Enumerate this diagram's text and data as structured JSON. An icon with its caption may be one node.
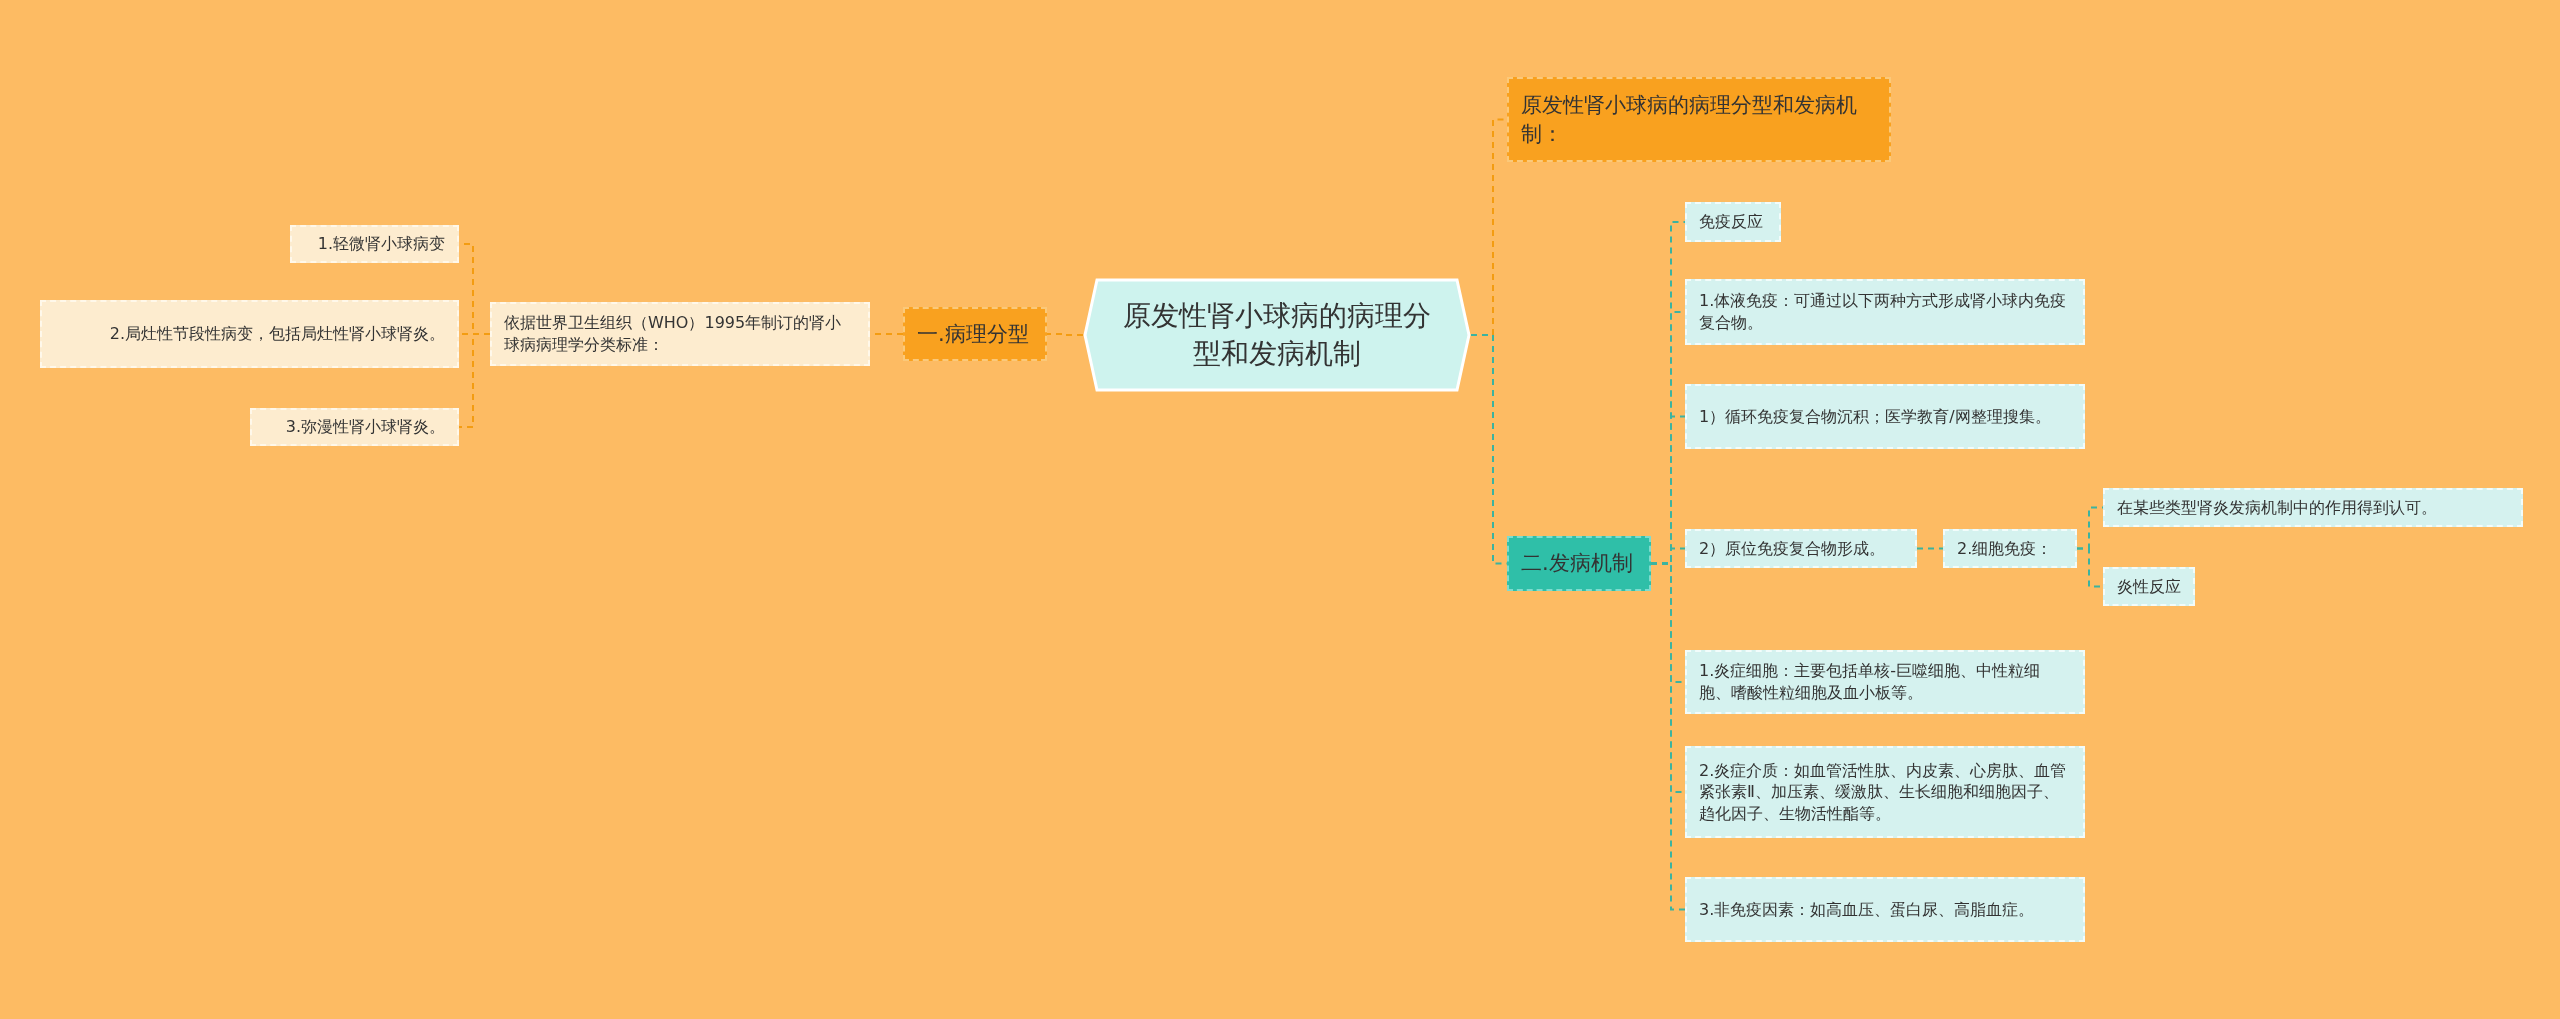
{
  "diagram": {
    "nodes": [
      {
        "text": [
          "原发性肾小球病的病理分型和发病机制"
        ]
      },
      {
        "text": [
          "一.病理分型"
        ]
      },
      {
        "text": [
          "依据世界卫生组织（WHO）1995年制订的肾小球病病理学分类标准："
        ]
      },
      {
        "text": [
          "1.轻微肾小球病变"
        ]
      },
      {
        "text": [
          "2.局灶性节段性病变，包括局灶性肾小球肾炎。"
        ]
      },
      {
        "text": [
          "3.弥漫性肾小球肾炎。"
        ]
      },
      {
        "text": [
          "原发性肾小球病的病理分型和发病机制："
        ]
      },
      {
        "text": [
          "二.发病机制"
        ]
      },
      {
        "text": [
          "免疫反应"
        ]
      },
      {
        "text": [
          "1.体液免疫：可通过以下两种方式形成肾小球内免疫复合物。"
        ]
      },
      {
        "text": [
          "1）循环免疫复合物沉积；医学教育/网整理搜集。"
        ]
      },
      {
        "text": [
          "2）原位免疫复合物形成。"
        ]
      },
      {
        "text": [
          "2.细胞免疫："
        ]
      },
      {
        "text": [
          "在某些类型肾炎发病机制中的作用得到认可。"
        ]
      },
      {
        "text": [
          "炎性反应"
        ]
      },
      {
        "text": [
          "1.炎症细胞：主要包括单核-巨噬细胞、中性粒细胞、嗜酸性粒细胞及血小板等。"
        ]
      },
      {
        "text": [
          "2.炎症介质：如血管活性肽、内皮素、心房肽、血管紧张素Ⅱ、加压素、缓激肽、生长细胞和细胞因子、趋化因子、生物活性酯等。"
        ]
      },
      {
        "text": [
          "3.非免疫因素：如高血压、蛋白尿、高脂血症。"
        ]
      }
    ],
    "edges": [
      {
        "from": 0,
        "to": 1,
        "arrow": "none",
        "color": "#f39c12"
      },
      {
        "from": 1,
        "to": 2,
        "arrow": "none",
        "color": "#f39c12"
      },
      {
        "from": 2,
        "to": 3,
        "arrow": "none",
        "color": "#f39c12"
      },
      {
        "from": 2,
        "to": 4,
        "arrow": "none",
        "color": "#f39c12"
      },
      {
        "from": 2,
        "to": 5,
        "arrow": "none",
        "color": "#f39c12"
      },
      {
        "from": 0,
        "to": 6,
        "arrow": "none",
        "color": "#f39c12"
      },
      {
        "from": 0,
        "to": 7,
        "arrow": "none"
      },
      {
        "from": 7,
        "to": 8,
        "arrow": "none"
      },
      {
        "from": 7,
        "to": 9,
        "arrow": "none"
      },
      {
        "from": 7,
        "to": 10,
        "arrow": "none"
      },
      {
        "from": 7,
        "to": 11,
        "arrow": "none"
      },
      {
        "from": 11,
        "to": 12,
        "arrow": "none"
      },
      {
        "from": 12,
        "to": 13,
        "arrow": "none"
      },
      {
        "from": 12,
        "to": 14,
        "arrow": "none"
      },
      {
        "from": 7,
        "to": 15,
        "arrow": "none"
      },
      {
        "from": 7,
        "to": 16,
        "arrow": "none"
      },
      {
        "from": 7,
        "to": 17,
        "arrow": "none"
      }
    ]
  }
}
